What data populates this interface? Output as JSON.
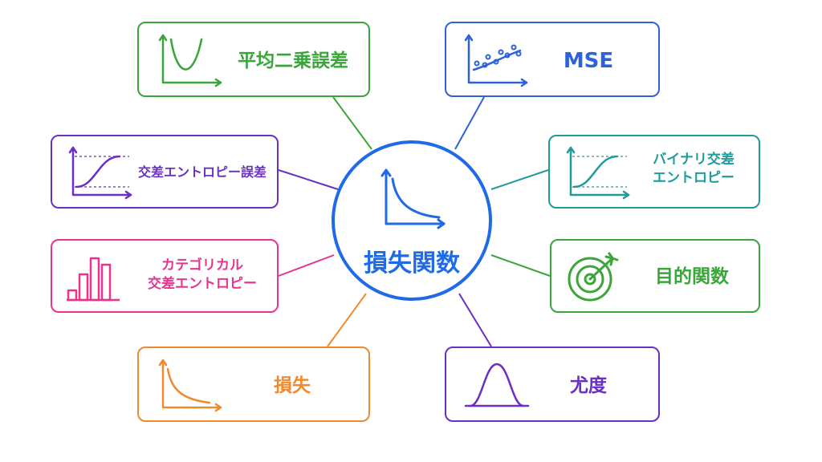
{
  "center": {
    "label": "損失関数",
    "color": "#1f6ae6",
    "icon": "decay-curve-icon"
  },
  "nodes": {
    "mse_jp": {
      "label": "平均二乗誤差",
      "color": "#3aa63a",
      "icon": "parabola-icon"
    },
    "mse": {
      "label": "MSE",
      "color": "#2e62d9",
      "icon": "scatter-plot-icon"
    },
    "cross_entropy": {
      "label": "交差エントロピー誤差",
      "color": "#6a2fc4",
      "icon": "sigmoid-curve-icon"
    },
    "binary_ce": {
      "label_line1": "バイナリ交差",
      "label_line2": "エントロピー",
      "color": "#1f9b9b",
      "icon": "sigmoid-curve-icon"
    },
    "categorical_ce": {
      "label_line1": "カテゴリカル",
      "label_line2": "交差エントロピー",
      "color": "#e8348f",
      "icon": "bar-chart-icon"
    },
    "objective": {
      "label": "目的関数",
      "color": "#3aa63a",
      "icon": "target-icon"
    },
    "loss": {
      "label": "損失",
      "color": "#f08a2e",
      "icon": "decay-curve-icon"
    },
    "likelihood": {
      "label": "尤度",
      "color": "#6a2fc4",
      "icon": "bell-curve-icon"
    }
  }
}
